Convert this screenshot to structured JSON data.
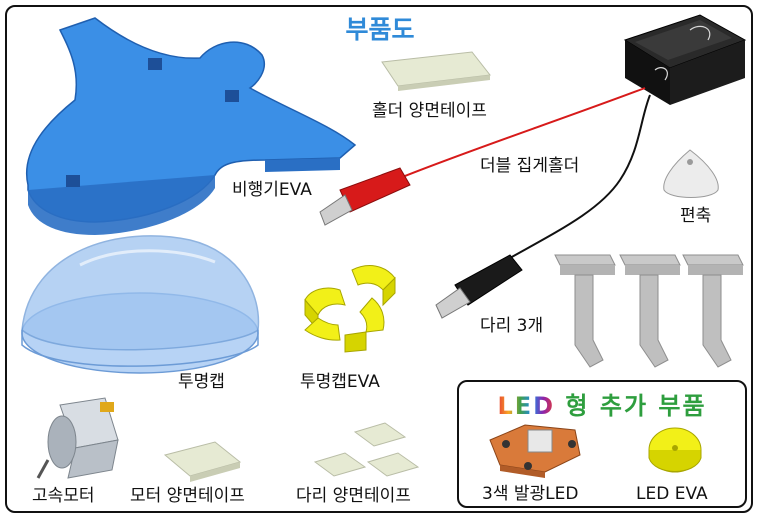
{
  "title": "부품도",
  "parts": {
    "plane_eva": "비행기EVA",
    "holder_tape": "홀더 양면테이프",
    "double_clip_holder": "더블 집게홀더",
    "pyeonchuk": "편축",
    "clear_cap": "투명캡",
    "clear_cap_eva": "투명캡EVA",
    "legs": "다리 3개",
    "motor": "고속모터",
    "motor_tape": "모터 양면테이프",
    "leg_tape": "다리 양면테이프"
  },
  "led_box": {
    "title_rainbow": "LED",
    "title_word1": "형",
    "title_word2": "추가 부품",
    "led": "3색 발광LED",
    "led_eva": "LED EVA"
  },
  "colors": {
    "title": "#2f8ad8",
    "eva_blue": "#3b8fe6",
    "cap_blue": "#9ec3f0",
    "eva_yellow": "#f2f018",
    "clip_red": "#d71a1a",
    "clip_black": "#1a1a1a",
    "led_orange": "#d97a3a",
    "box_title_green": "#2e9e3e"
  }
}
